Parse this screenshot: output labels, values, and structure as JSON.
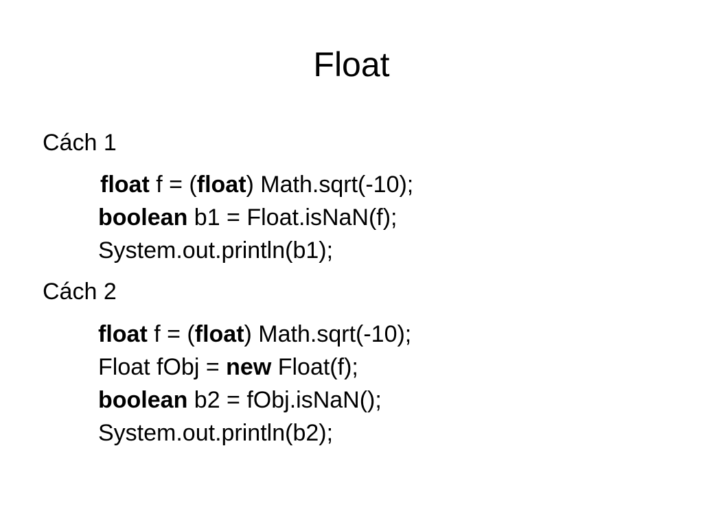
{
  "slide": {
    "title": "Float"
  },
  "method1": {
    "heading": "Cách 1",
    "lines": [
      {
        "kw1": "float",
        "t1": " f = (",
        "kw2": "float",
        "t2": ") Math.sqrt(-10);"
      },
      {
        "kw1": "boolean",
        "t1": " b1 = Float.isNaN(f);"
      },
      {
        "t1": "System.out.println(b1);"
      }
    ]
  },
  "method2": {
    "heading": "Cách 2",
    "lines": [
      {
        "kw1": "float",
        "t1": " f = (",
        "kw2": "float",
        "t2": ") Math.sqrt(-10);"
      },
      {
        "t0": "Float fObj = ",
        "kw1": "new",
        "t1": " Float(f);"
      },
      {
        "kw1": "boolean",
        "t1": " b2 = fObj.isNaN();"
      },
      {
        "t1": "System.out.println(b2);"
      }
    ]
  }
}
